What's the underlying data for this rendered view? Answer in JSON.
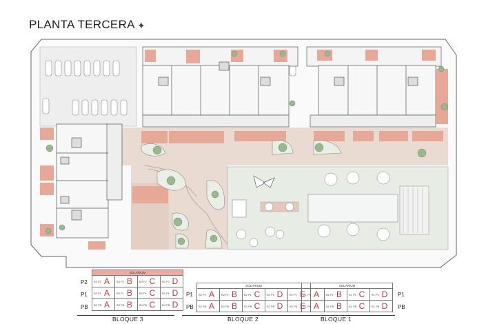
{
  "title": "PLANTA TERCERA",
  "compass_icon": "north-arrow-icon",
  "colors": {
    "terrace": "#e8a898",
    "paving": "#e6d7cf",
    "garden": "#e8ece4",
    "parking": "#f0f0f0",
    "outline": "#555555"
  },
  "legend": {
    "solarium": "SOLARIUM",
    "bloque3": {
      "name": "BLOQUE 3",
      "rows": [
        {
          "label": "P2",
          "cells": [
            {
              "unit": "B3 P2",
              "letter": "A"
            },
            {
              "unit": "B3 P2",
              "letter": "B"
            },
            {
              "unit": "B3 P2",
              "letter": "C"
            },
            {
              "unit": "B3 P2",
              "letter": "D"
            }
          ]
        },
        {
          "label": "P1",
          "cells": [
            {
              "unit": "B3 P1",
              "letter": "A"
            },
            {
              "unit": "B3 P1",
              "letter": "B"
            },
            {
              "unit": "B3 P1",
              "letter": "C"
            },
            {
              "unit": "B3 P1",
              "letter": "D"
            }
          ]
        },
        {
          "label": "PB",
          "cells": [
            {
              "unit": "B3 PB",
              "letter": "A"
            },
            {
              "unit": "B3 PB",
              "letter": "B"
            },
            {
              "unit": "B3 PB",
              "letter": "C"
            },
            {
              "unit": "B3 PB",
              "letter": "D"
            }
          ]
        }
      ]
    },
    "bloque2": {
      "name": "BLOQUE 2",
      "rows": [
        {
          "label": "P1",
          "cells": [
            {
              "unit": "B2 P1",
              "letter": "A"
            },
            {
              "unit": "B2 P1",
              "letter": "B"
            },
            {
              "unit": "B2 P1",
              "letter": "C"
            },
            {
              "unit": "B2 P1",
              "letter": "D"
            },
            {
              "unit": "B2 P1",
              "letter": "E"
            }
          ]
        },
        {
          "label": "PB",
          "cells": [
            {
              "unit": "B2 PB",
              "letter": "A"
            },
            {
              "unit": "B2 PB",
              "letter": "B"
            },
            {
              "unit": "B2 PB",
              "letter": "C"
            },
            {
              "unit": "B2 PB",
              "letter": "D"
            },
            {
              "unit": "B2 PB",
              "letter": "E"
            }
          ]
        }
      ]
    },
    "bloque1": {
      "name": "BLOQUE 1",
      "rows": [
        {
          "label": "P1",
          "cells": [
            {
              "unit": "B1 P1",
              "letter": "A"
            },
            {
              "unit": "B1 P1",
              "letter": "B"
            },
            {
              "unit": "B1 P1",
              "letter": "C"
            },
            {
              "unit": "B1 P1",
              "letter": "D"
            }
          ]
        },
        {
          "label": "PB",
          "cells": [
            {
              "unit": "B1 PB",
              "letter": "A"
            },
            {
              "unit": "B1 PB",
              "letter": "B"
            },
            {
              "unit": "B1 PB",
              "letter": "C"
            },
            {
              "unit": "B1 PB",
              "letter": "D"
            }
          ]
        }
      ]
    }
  }
}
